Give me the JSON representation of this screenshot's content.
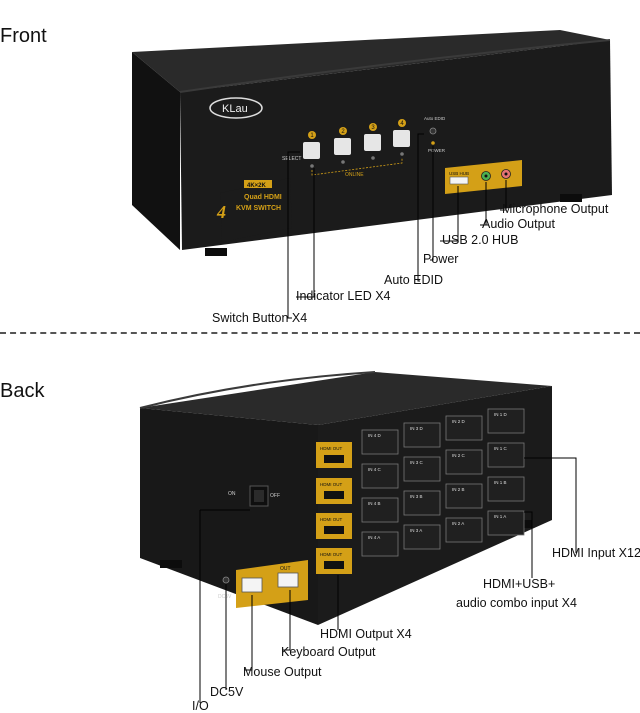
{
  "front": {
    "title": "Front",
    "device": {
      "brand": "KLau",
      "badge_line1": "4K×2K",
      "badge_line2": "Quad HDMI",
      "badge_line3": "KVM SWITCH",
      "badge_number": "4",
      "port_numbers": [
        "1",
        "2",
        "3",
        "4"
      ],
      "select_label": "SELECT",
      "online_label": "ONLINE",
      "auto_edid_label": "Auto EDID",
      "power_label": "POWER",
      "usb_label": "USB HUB"
    },
    "callouts": {
      "microphone_output": "Microphone Output",
      "audio_output": "Audio Output",
      "usb_hub": "USB 2.0 HUB",
      "power": "Power",
      "auto_edid": "Auto EDID",
      "indicator_led": "Indicator LED X4",
      "switch_button": "Switch Button X4"
    }
  },
  "back": {
    "title": "Back",
    "device": {
      "hdmi_out_label": "HDMI OUT",
      "out_label": "OUT",
      "input_rows": [
        [
          "IN 4 D",
          "IN 3 D",
          "IN 2 D",
          "IN 1 D"
        ],
        [
          "IN 4 C",
          "IN 3 C",
          "IN 2 C",
          "IN 1 C"
        ],
        [
          "IN 4 B",
          "IN 3 B",
          "IN 2 B",
          "IN 1 B"
        ],
        [
          "IN 4 A",
          "IN 3 A",
          "IN 2 A",
          "IN 1 A"
        ]
      ],
      "on_label": "ON",
      "off_label": "OFF",
      "dc_label": "DC5V"
    },
    "callouts": {
      "hdmi_input": "HDMI Input X12",
      "combo_input_line1": "HDMI+USB+",
      "combo_input_line2": "audio combo input X4",
      "hdmi_output": "HDMI Output X4",
      "keyboard_output": "Keyboard Output",
      "mouse_output": "Mouse Output",
      "dc5v": "DC5V",
      "io": "I/O"
    }
  },
  "colors": {
    "device_body": "#1b1b1b",
    "device_top": "#2c2c2c",
    "accent_gold": "#d4a017",
    "button_white": "#e6e6e6",
    "line": "#000000"
  }
}
